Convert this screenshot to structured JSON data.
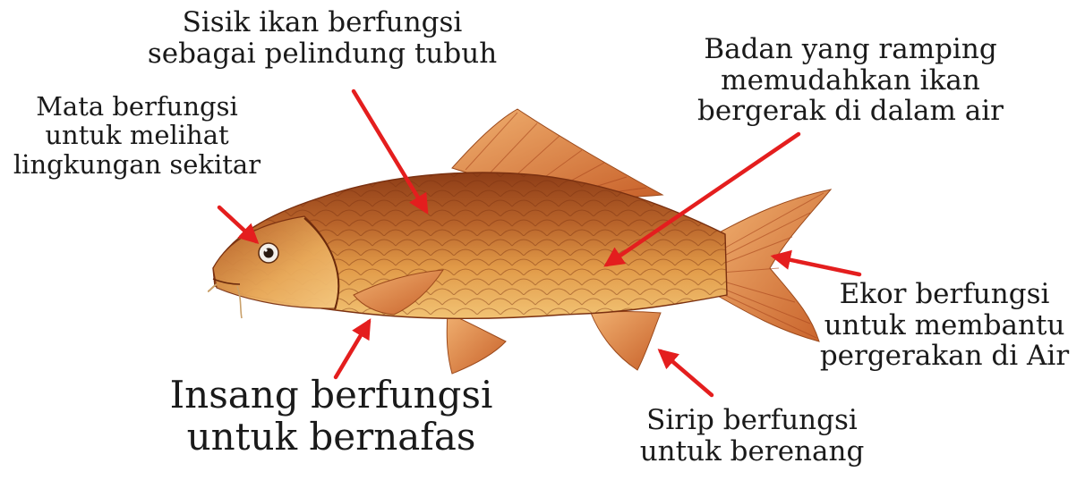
{
  "labels": {
    "sisik": [
      "Sisik ikan berfungsi",
      "sebagai pelindung tubuh"
    ],
    "mata": [
      "Mata berfungsi",
      "untuk melihat",
      "lingkungan sekitar"
    ],
    "badan": [
      "Badan yang ramping",
      "memudahkan ikan",
      "bergerak di dalam air"
    ],
    "ekor": [
      "Ekor berfungsi",
      "untuk membantu",
      "pergerakan di Air"
    ],
    "insang": [
      "Insang berfungsi",
      "untuk bernafas"
    ],
    "sirip": [
      "Sirip berfungsi",
      "untuk berenang"
    ]
  },
  "colors": {
    "arrow": "#e41e1e",
    "body_light": "#f0b35a",
    "body_mid": "#d5853a",
    "body_dark": "#8e3d17",
    "fin": "#e39050",
    "fin_ray": "#a9461d",
    "text": "#1a1a1a"
  }
}
